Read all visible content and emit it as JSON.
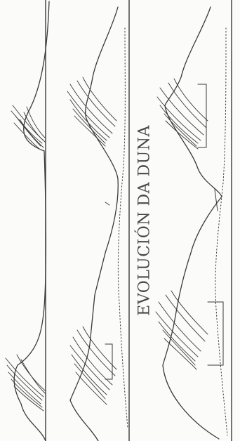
{
  "figure": {
    "title": "EVOLUCIÓN DA DUNA",
    "ink_color": "#3a3a3a",
    "paper_color": "#fbfbf9"
  },
  "panels": [
    {
      "name": "dune-profile-1",
      "description_kind": "dune profile with cross-bedding"
    },
    {
      "name": "dune-profile-2",
      "description_kind": "dune profile with cross-bedding"
    },
    {
      "name": "dune-profile-3",
      "description_kind": "dune profile with cross-bedding"
    }
  ]
}
